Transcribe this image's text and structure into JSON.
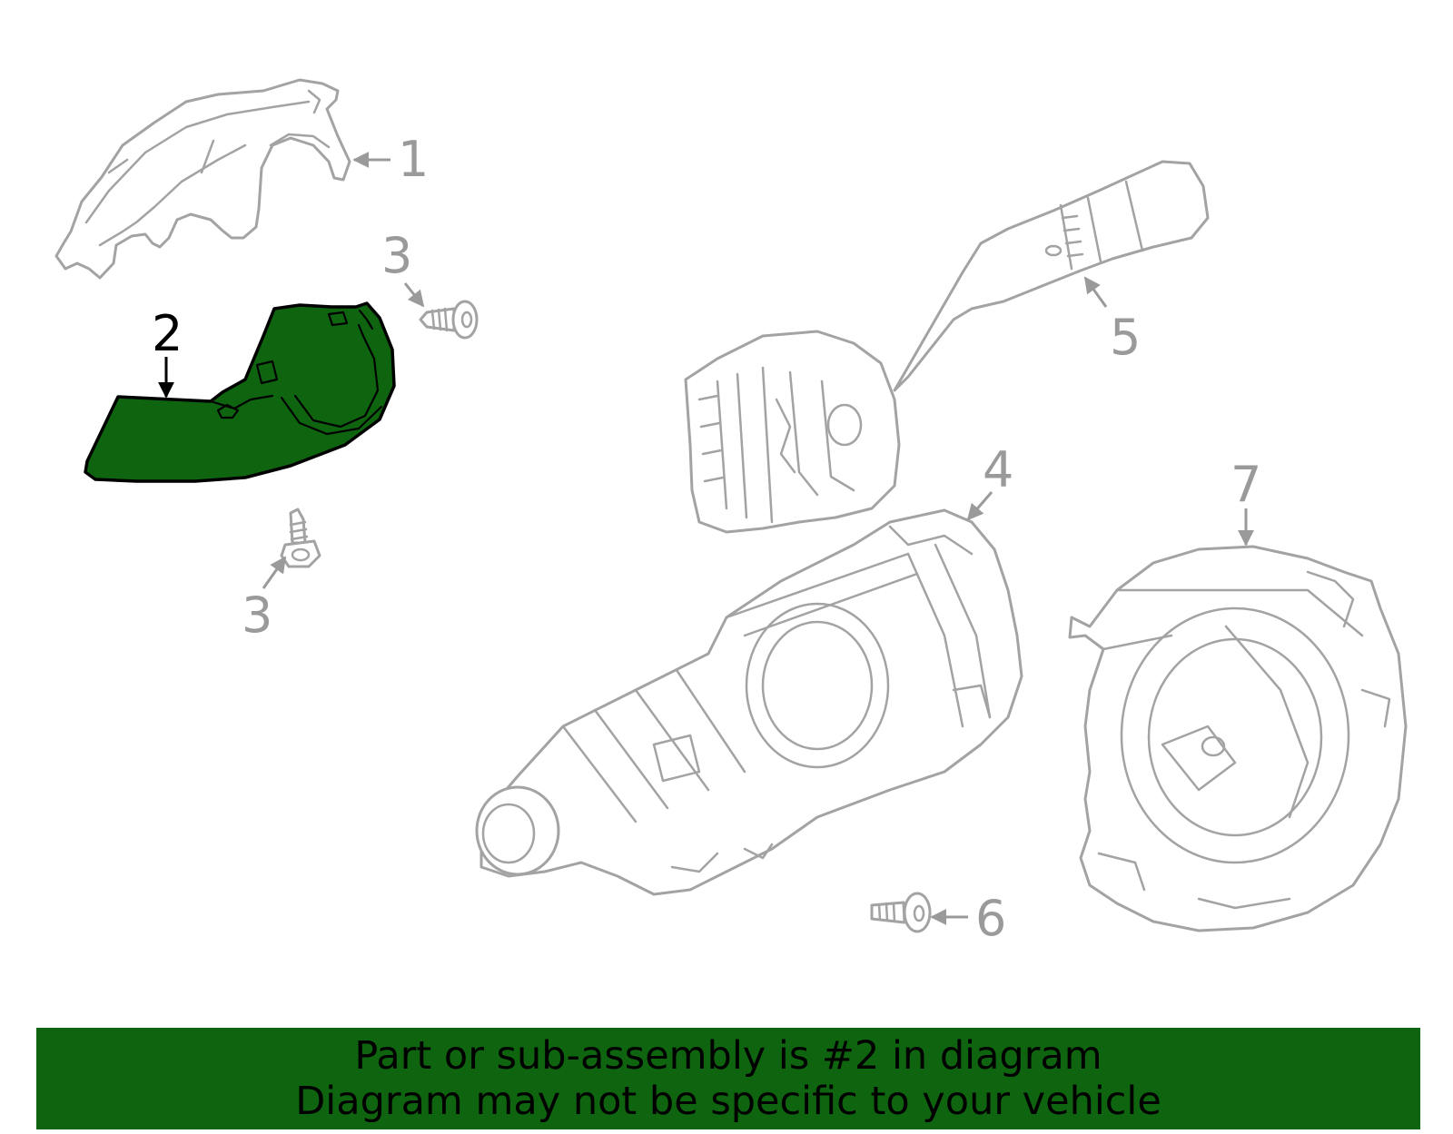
{
  "diagram": {
    "highlight_color": "#0f650f",
    "part_color": "#a3a3a3",
    "highlighted_callout": "2",
    "callouts": [
      "1",
      "2",
      "3",
      "3",
      "4",
      "5",
      "6",
      "7"
    ]
  },
  "banner": {
    "line1": "Part or sub-assembly is #2 in diagram",
    "line2": "Diagram may not be specific to your vehicle",
    "background": "#0f650f"
  }
}
